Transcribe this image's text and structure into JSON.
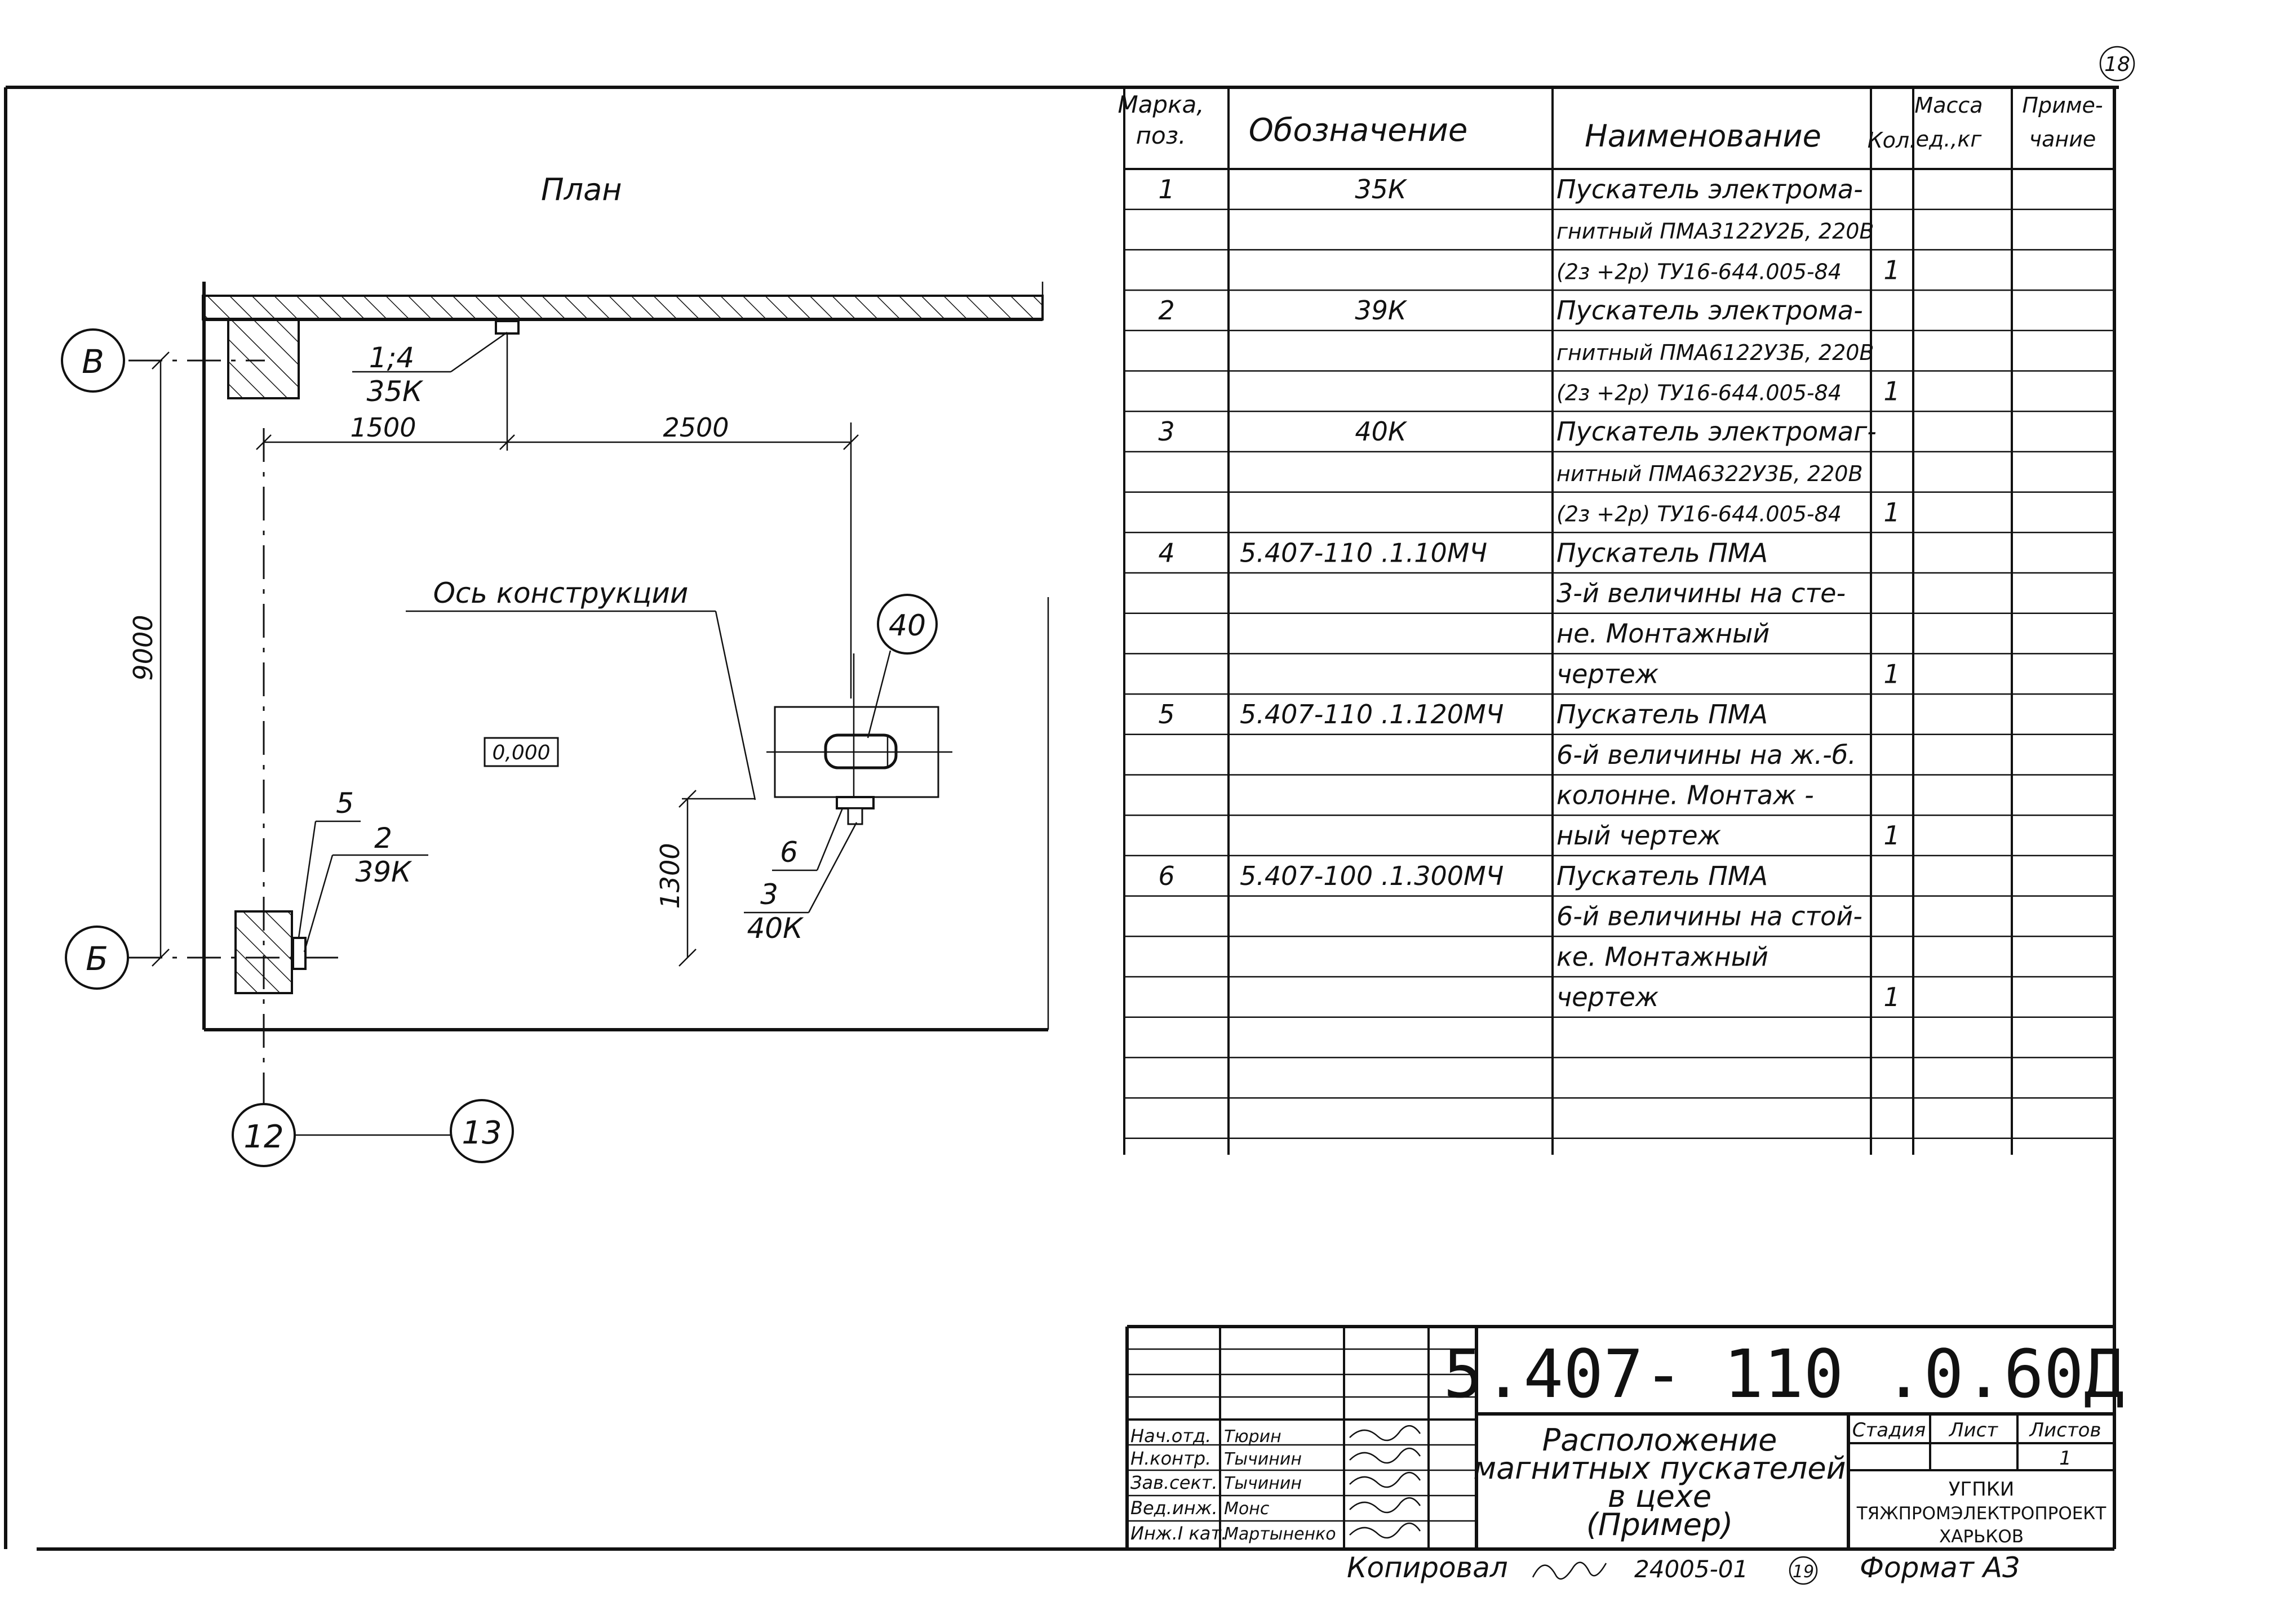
{
  "sheet_number": "18",
  "plan": {
    "title": "План",
    "axis_b_upper": "В",
    "axis_b_lower": "Б",
    "axis_12": "12",
    "axis_13": "13",
    "leader_1_top": "1;4",
    "leader_1_bottom": "35К",
    "leader_2_top": "2",
    "leader_2_bottom": "39К",
    "leader_5": "5",
    "leader_6": "6",
    "leader_3_top": "3",
    "leader_3_bottom": "40К",
    "bubble_40": "40",
    "dim_1500": "1500",
    "dim_2500": "2500",
    "dim_9000": "9000",
    "dim_1300": "1300",
    "axis_label": "Ось конструкции",
    "elevation": "0,000"
  },
  "spec": {
    "headers": {
      "mark": "Марка, поз.",
      "designation": "Обозначение",
      "name": "Наименование",
      "qty": "Кол.",
      "mass": "Масса ед.,кг",
      "note": "Приме- чание"
    },
    "rows": [
      {
        "pos": "1",
        "des": "35К",
        "lines": [
          "Пускатель электрома-",
          "гнитный ПМА3122У2Б, 220В",
          "(2з +2р) ТУ16-644.005-84"
        ],
        "qty": "1"
      },
      {
        "pos": "2",
        "des": "39К",
        "lines": [
          "Пускатель электрома-",
          "гнитный ПМА6122У3Б, 220В",
          "(2з +2р) ТУ16-644.005-84"
        ],
        "qty": "1"
      },
      {
        "pos": "3",
        "des": "40К",
        "lines": [
          "Пускатель электромаг-",
          "нитный ПМА6322У3Б, 220В",
          "(2з +2р) ТУ16-644.005-84"
        ],
        "qty": "1"
      },
      {
        "pos": "4",
        "des": "5.407-110 .1.10МЧ",
        "lines": [
          "Пускатель ПМА",
          "3-й величины на сте-",
          "не. Монтажный",
          "чертеж"
        ],
        "qty": "1"
      },
      {
        "pos": "5",
        "des": "5.407-110 .1.120МЧ",
        "lines": [
          "Пускатель ПМА",
          "6-й величины на ж.-б.",
          "колонне. Монтаж -",
          "ный чертеж"
        ],
        "qty": "1"
      },
      {
        "pos": "6",
        "des": "5.407-100 .1.300МЧ",
        "lines": [
          "Пускатель ПМА",
          "6-й величины на стой-",
          "ке. Монтажный",
          "чертеж"
        ],
        "qty": "1"
      }
    ]
  },
  "title_block": {
    "code": "5.407- 110 .0.60Д",
    "title_lines": [
      "Расположение",
      "магнитных пускателей",
      "в цехе",
      "(Пример)"
    ],
    "roles": [
      "Нач.отд.",
      "Н.контр.",
      "Зав.сект.",
      "Вед.инж.",
      "Инж.I кат."
    ],
    "names": [
      "Тюрин",
      "Тычинин",
      "Тычинин",
      "Монс",
      "Мартыненко"
    ],
    "stage_label": "Стадия",
    "sheet_label": "Лист",
    "sheets_label": "Листов",
    "sheets_value": "1",
    "org_lines": [
      "УГПКИ",
      "ТЯЖПРОМЭЛЕКТРОПРОЕКТ",
      "ХАРЬКОВ"
    ]
  },
  "footer": {
    "copied": "Копировал",
    "number": "24005-01",
    "circled": "19",
    "format": "Формат А3"
  }
}
